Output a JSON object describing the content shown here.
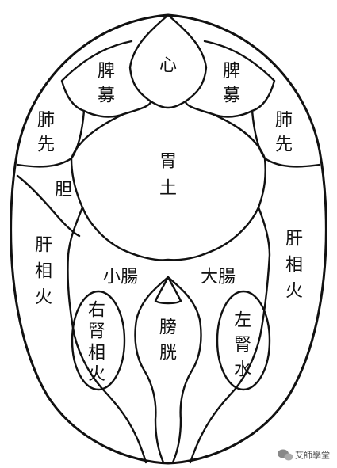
{
  "regions": {
    "heart": "心",
    "spleen_left": [
      "脾",
      "募"
    ],
    "spleen_right": [
      "脾",
      "募"
    ],
    "lung_left": [
      "肺",
      "先"
    ],
    "lung_right": [
      "肺",
      "先"
    ],
    "stomach": [
      "胃",
      "土"
    ],
    "gallbladder": "胆",
    "liver_left": [
      "肝",
      "相",
      "火"
    ],
    "liver_right": [
      "肝",
      "相",
      "火"
    ],
    "small_intestine": "小腸",
    "large_intestine": "大腸",
    "right_kidney": [
      "右",
      "腎",
      "相",
      "火"
    ],
    "left_kidney": [
      "左",
      "腎",
      "水"
    ],
    "bladder": [
      "膀",
      "胱"
    ]
  },
  "watermark": {
    "text": "艾師學堂",
    "icon": "wechat-icon"
  }
}
